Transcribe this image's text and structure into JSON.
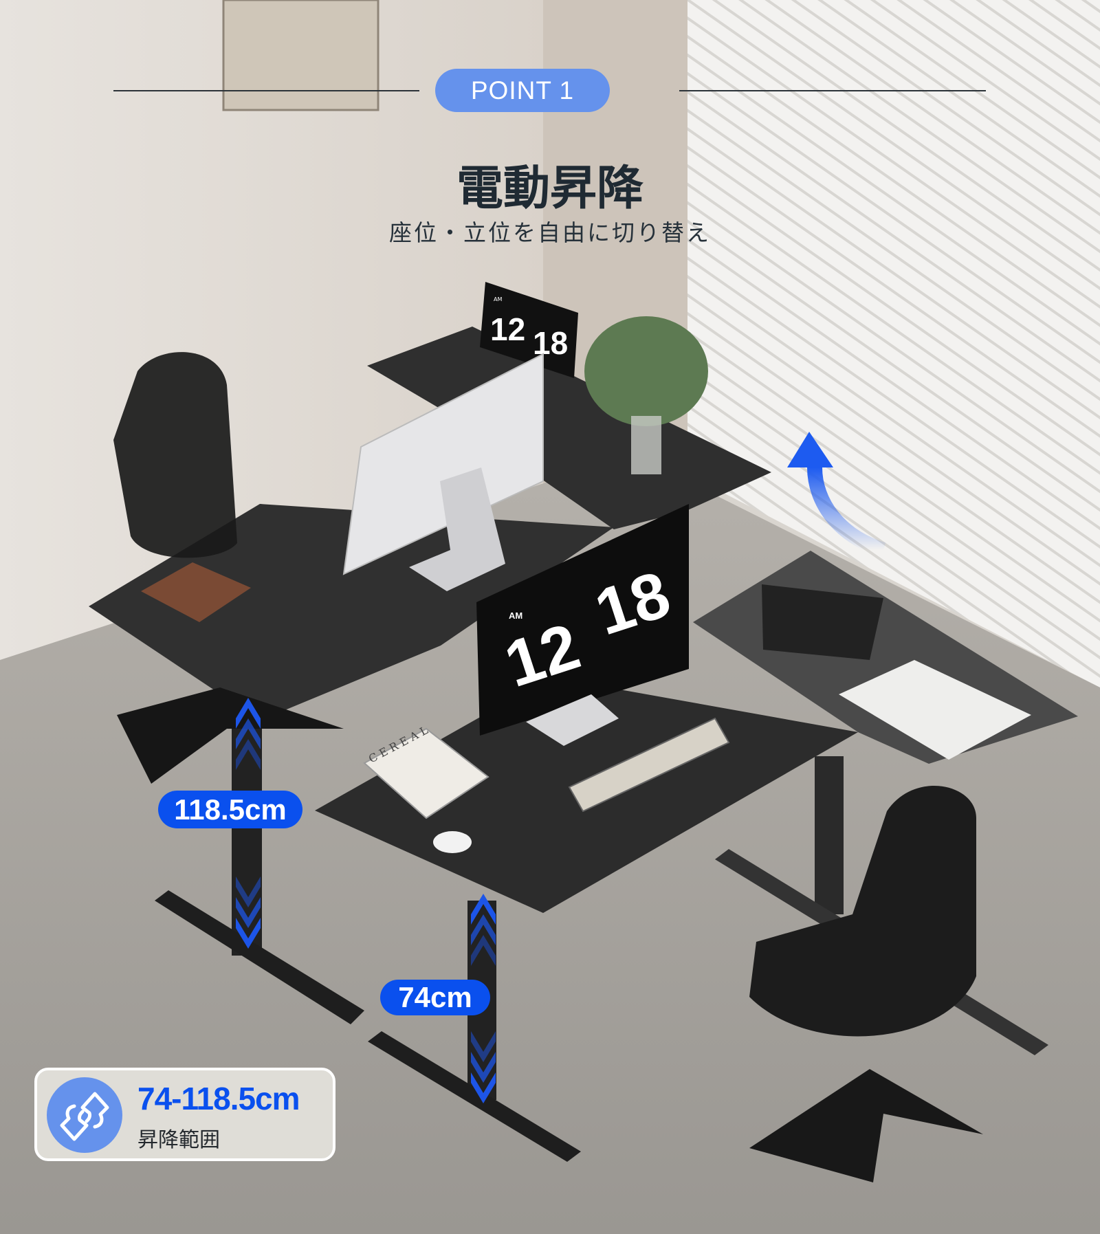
{
  "colors": {
    "accent": "#6592ec",
    "label_blue": "#0a50ee",
    "desk": "#2e2e2e",
    "text_dark": "#1f2a33"
  },
  "badge": {
    "label": "POINT 1"
  },
  "header": {
    "title": "電動昇降",
    "subtitle": "座位・立位を自由に切り替え"
  },
  "scene": {
    "front_monitor": {
      "am": "AM",
      "hour": "12",
      "minute": "18"
    },
    "back_laptop": {
      "am": "AM",
      "hour": "12",
      "minute": "18"
    },
    "magazine": "CEREAL"
  },
  "height_labels": {
    "max": "118.5cm",
    "min": "74cm"
  },
  "range_card": {
    "icon": "swap-up-down-icon",
    "value": "74-118.5cm",
    "label": "昇降範囲"
  }
}
